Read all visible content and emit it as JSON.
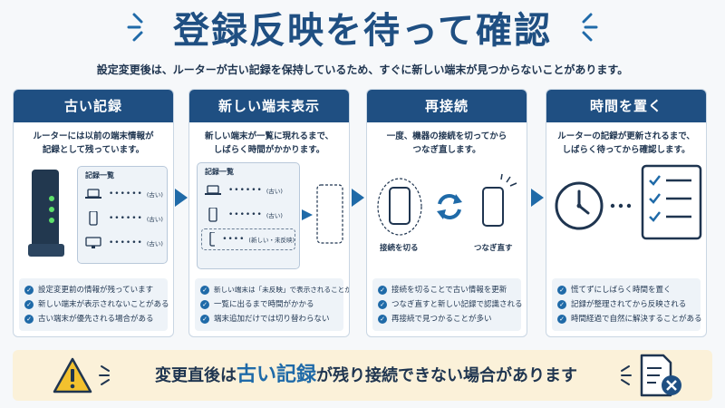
{
  "header": {
    "title_part1": "登録反映",
    "title_part2": "を待って確認",
    "subtitle": "設定変更後は、ルーターが古い記録を保持しているため、すぐに新しい端末が見つからないことがあります。"
  },
  "panels": [
    {
      "title": "古い記録",
      "desc": [
        "ルーターには以前の端末情報が",
        "記録として残っています。"
      ],
      "list_title": "記録一覧",
      "rows": [
        {
          "dots": "••••••",
          "tag": "(古い)"
        },
        {
          "dots": "••••••",
          "tag": "(古い)"
        },
        {
          "dots": "••••••",
          "tag": "(古い)"
        }
      ],
      "checks": [
        "設定変更前の情報が残っています",
        "新しい端末が表示されないことがある",
        "古い端末が優先される場合がある"
      ]
    },
    {
      "title": "新しい端末表示",
      "desc": [
        "新しい端末が一覧に現れるまで、",
        "しばらく時間がかかります。"
      ],
      "list_title": "記録一覧",
      "rows": [
        {
          "dots": "••••••",
          "tag": "(古い)"
        },
        {
          "dots": "••••••",
          "tag": "(古い)"
        },
        {
          "dots": "••••",
          "tag": "(新しい・未反映)"
        }
      ],
      "checks": [
        "新しい端末は「未反映」で表示されることがある",
        "一覧に出るまで時間がかかる",
        "端末追加だけでは切り替わらない"
      ]
    },
    {
      "title": "再接続",
      "desc": [
        "一度、機器の接続を切ってから",
        "つなぎ直します。"
      ],
      "label_left": "接続を切る",
      "label_right": "つなぎ直す",
      "checks": [
        "接続を切ることで古い情報を更新",
        "つなぎ直すと新しい記録で認識される",
        "再接続で見つかることが多い"
      ]
    },
    {
      "title": "時間を置く",
      "desc": [
        "ルーターの記録が更新されるまで、",
        "しばらく待ってから確認します。"
      ],
      "checks": [
        "慌てずにしばらく時間を置く",
        "記録が整理されてから反映される",
        "時間経過で自然に解決することがある"
      ]
    }
  ],
  "banner": {
    "text_before": "変更直後は",
    "text_highlight": "古い記録",
    "text_after": "が残り接続できない場合があります"
  },
  "colors": {
    "primary": "#1f4f82",
    "accent": "#1f6aa8",
    "banner_bg": "#fbf1d9",
    "warning": "#f2c12e"
  }
}
